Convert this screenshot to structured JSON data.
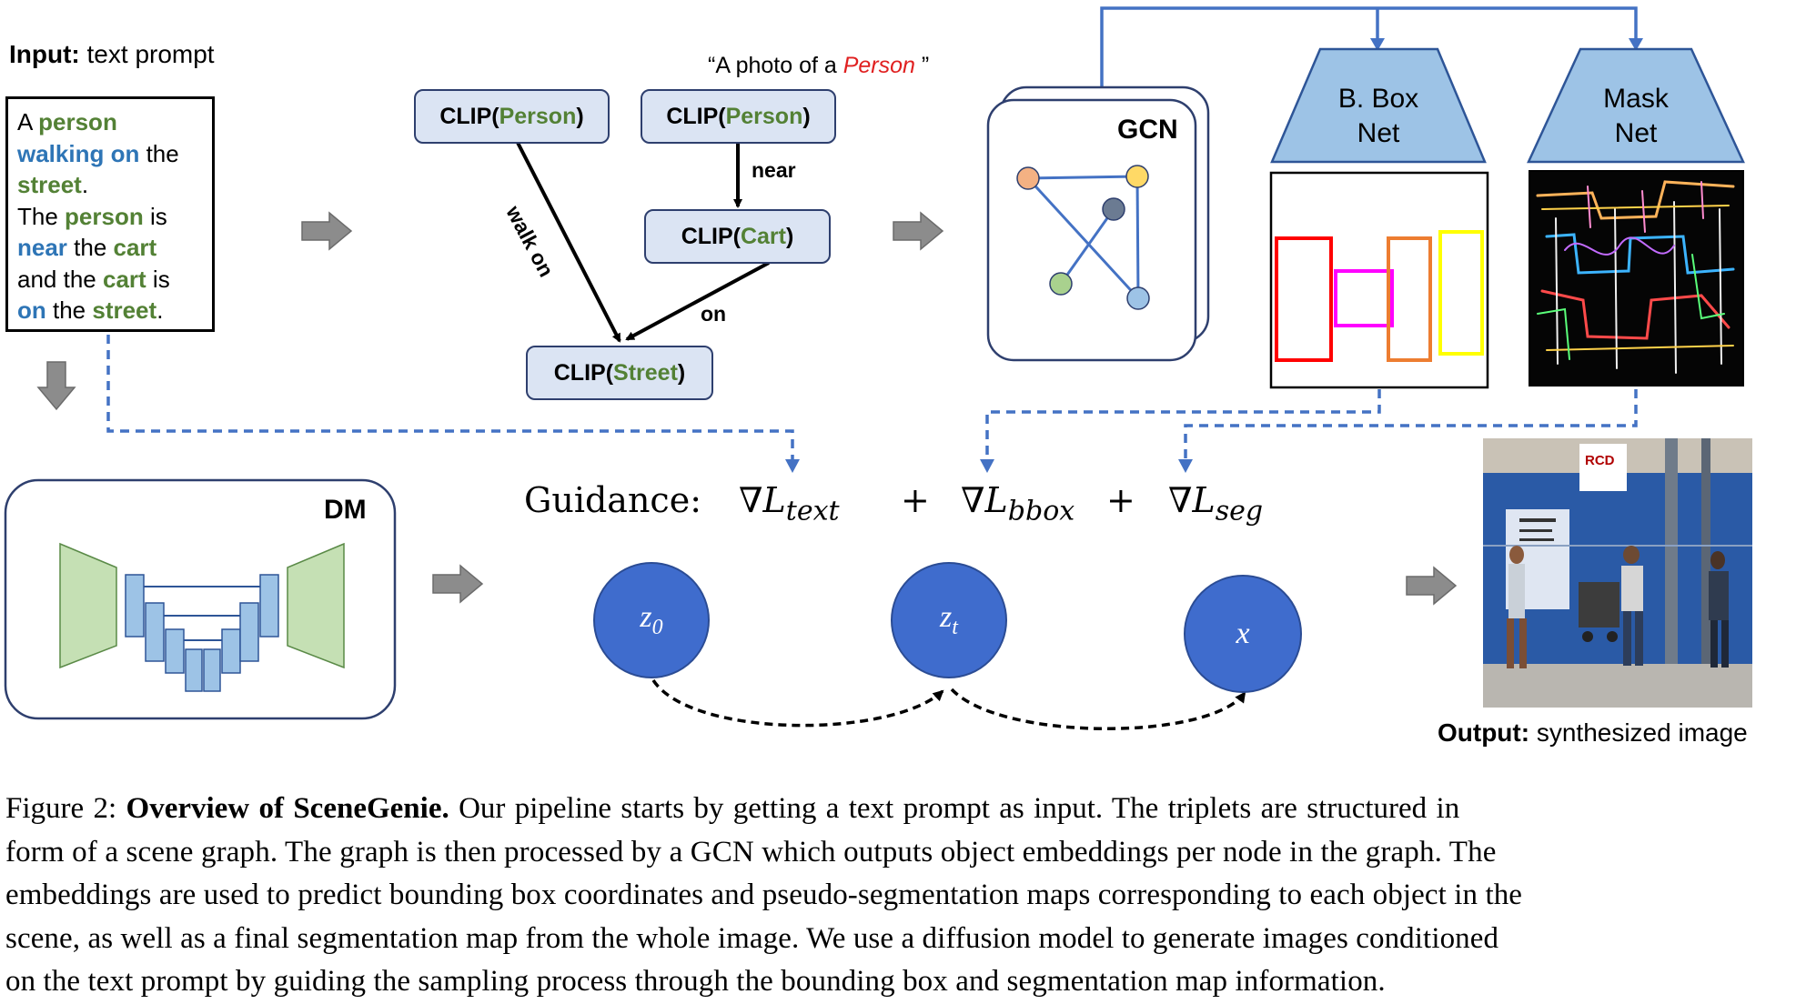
{
  "figure": {
    "input_label_bold": "Input:",
    "input_label_rest": " text prompt",
    "prompt_lines": [
      [
        {
          "t": "A ",
          "c": "plain"
        },
        {
          "t": "person",
          "c": "green"
        }
      ],
      [
        {
          "t": "walking on",
          "c": "blue"
        },
        {
          "t": " the",
          "c": "plain"
        }
      ],
      [
        {
          "t": "street",
          "c": "green"
        },
        {
          "t": ".",
          "c": "plain"
        }
      ],
      [
        {
          "t": "The ",
          "c": "plain"
        },
        {
          "t": "person",
          "c": "green"
        },
        {
          "t": " is",
          "c": "plain"
        }
      ],
      [
        {
          "t": "near",
          "c": "blue"
        },
        {
          "t": " the ",
          "c": "plain"
        },
        {
          "t": "cart",
          "c": "green"
        }
      ],
      [
        {
          "t": "and the ",
          "c": "plain"
        },
        {
          "t": "cart",
          "c": "green"
        },
        {
          "t": " is",
          "c": "plain"
        }
      ],
      [
        {
          "t": "on",
          "c": "blue"
        },
        {
          "t": " the ",
          "c": "plain"
        },
        {
          "t": "street",
          "c": "green"
        },
        {
          "t": ".",
          "c": "plain"
        }
      ]
    ],
    "photo_caption_pre": "“A photo of a ",
    "photo_caption_person": "Person",
    "photo_caption_post": " ”",
    "clip_prefix": "CLIP(",
    "clip_suffix": ")",
    "clip_nodes": {
      "person1": "Person",
      "person2": "Person",
      "cart": "Cart",
      "street": "Street"
    },
    "edge_labels": {
      "walk_on": "walk on",
      "near": "near",
      "on": "on"
    },
    "gcn_label": "GCN",
    "bbox_net_label_1": "B. Box",
    "bbox_net_label_2": "Net",
    "mask_net_label_1": "Mask",
    "mask_net_label_2": "Net",
    "dm_label": "DM",
    "guidance_label": "Guidance:",
    "loss_text_sub": "text",
    "loss_bbox_sub": "bbox",
    "loss_seg_sub": "seg",
    "plus": "+",
    "nodes": {
      "z0_base": "z",
      "z0_sub": "0",
      "zt_base": "z",
      "zt_sub": "t",
      "x": "x"
    },
    "output_label_bold": "Output:",
    "output_label_rest": " synthesized image",
    "image_sign": "RCD"
  },
  "caption": {
    "prefix": "Figure 2: ",
    "bold": "Overview of SceneGenie.",
    "line1_rest": " Our pipeline starts by getting a text prompt as input. The triplets are structured in",
    "line2": "form of a scene graph. The graph is then processed by a GCN which outputs object embeddings per node in the graph. The",
    "line3": "embeddings are used to predict bounding box coordinates and pseudo-segmentation maps corresponding to each object in the",
    "line4": "scene, as well as a final segmentation map from the whole image. We use a diffusion model to generate images conditioned",
    "line5": "on the text prompt by guiding the sampling process through the bounding box and segmentation map information."
  },
  "colors": {
    "blue_text": "#2e75b6",
    "green_text": "#538135",
    "node_fill": "#3f6ccd",
    "clip_fill": "#dbe4f3",
    "arrow_gray": "#7f7f7f",
    "dashed_blue": "#4472c4",
    "net_fill": "#9dc3e6",
    "dm_green": "#c5e0b4",
    "dm_blue": "#9dc3e6"
  }
}
